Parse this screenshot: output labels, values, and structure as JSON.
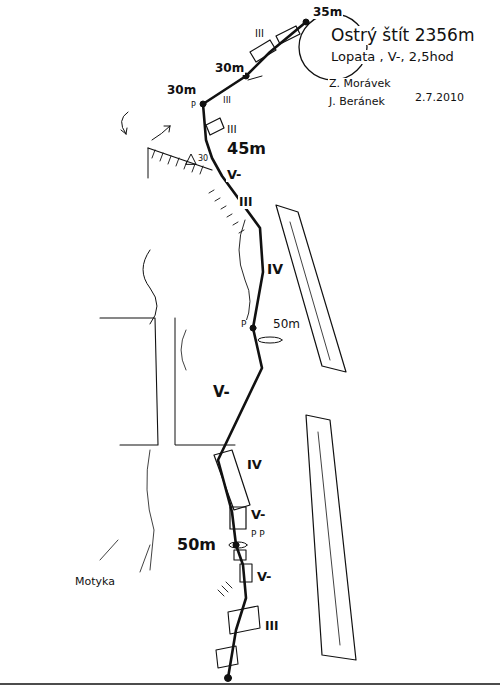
{
  "diagram": {
    "title": "Ostrý štít 2356m",
    "labels": [
      "Lopata , V-, 2,5hod",
      "Z. Morávek",
      "J. Beránek",
      "2.7.2010",
      "35m",
      "III",
      "30m",
      "30m",
      "P",
      "III",
      "III",
      "30",
      "45m",
      "V-",
      "III",
      "IV",
      "P",
      "50m",
      "V-",
      "IV",
      "V-",
      "50m",
      "P P",
      "V-",
      "III",
      "Motyka"
    ]
  }
}
